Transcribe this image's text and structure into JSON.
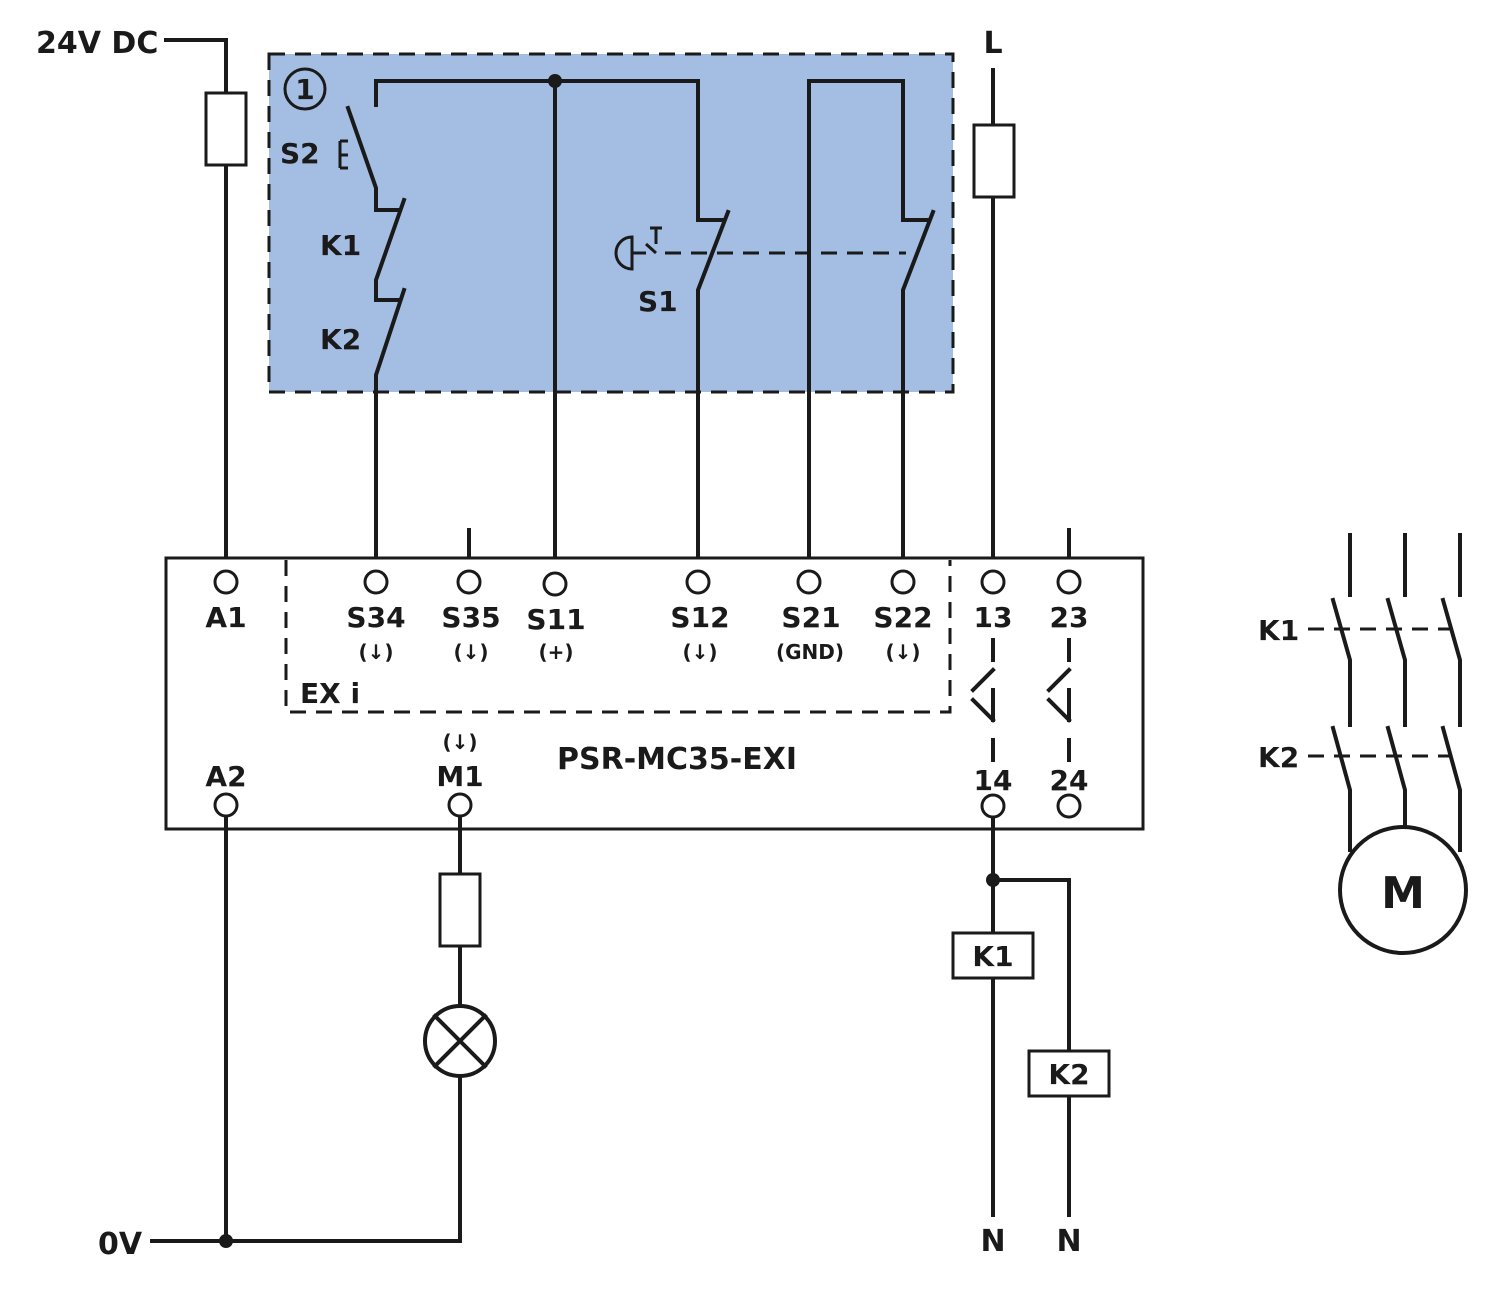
{
  "colors": {
    "line": "#1a1a1a",
    "zone_fill": "#a4bde3",
    "background": "#ffffff"
  },
  "supply": {
    "positive": "24V DC",
    "zero": "0V",
    "line": "L",
    "neutral_1": "N",
    "neutral_2": "N"
  },
  "zone": {
    "marker": "1"
  },
  "field_devices": {
    "s2": "S2",
    "k1": "K1",
    "k2": "K2",
    "s1": "S1"
  },
  "module": {
    "name": "PSR-MC35-EXI",
    "exi_label": "EX i",
    "terminals": {
      "a1": "A1",
      "a2": "A2",
      "s34": "S34",
      "s35": "S35",
      "s11": "S11",
      "s12": "S12",
      "s21": "S21",
      "s22": "S22",
      "t13": "13",
      "t23": "23",
      "t14": "14",
      "t24": "24",
      "m1": "M1"
    },
    "sublabels": {
      "s34": "(↓)",
      "s35": "(↓)",
      "s11": "(+)",
      "s12": "(↓)",
      "s21": "(GND)",
      "s22": "(↓)",
      "m1": "(↓)"
    }
  },
  "coils": {
    "k1": "K1",
    "k2": "K2"
  },
  "contactors": {
    "k1": "K1",
    "k2": "K2",
    "motor": "M"
  }
}
